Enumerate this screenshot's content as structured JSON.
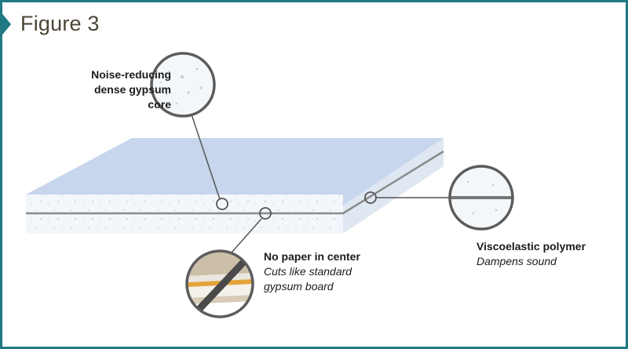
{
  "figure": {
    "title": "Figure 3"
  },
  "callouts": {
    "core": {
      "title_line1": "Noise-reducing",
      "title_line2": "dense gypsum core"
    },
    "center": {
      "title": "No paper in center",
      "desc_line1": "Cuts like standard",
      "desc_line2": "gypsum board"
    },
    "polymer": {
      "title": "Viscoelastic polymer",
      "desc": "Dampens sound"
    }
  },
  "colors": {
    "frame": "#1f7a83",
    "board_top": "#c7d6ec",
    "board_side": "#e6edf6",
    "polymer_line": "#8a8a8a",
    "callout_line": "#555555"
  }
}
